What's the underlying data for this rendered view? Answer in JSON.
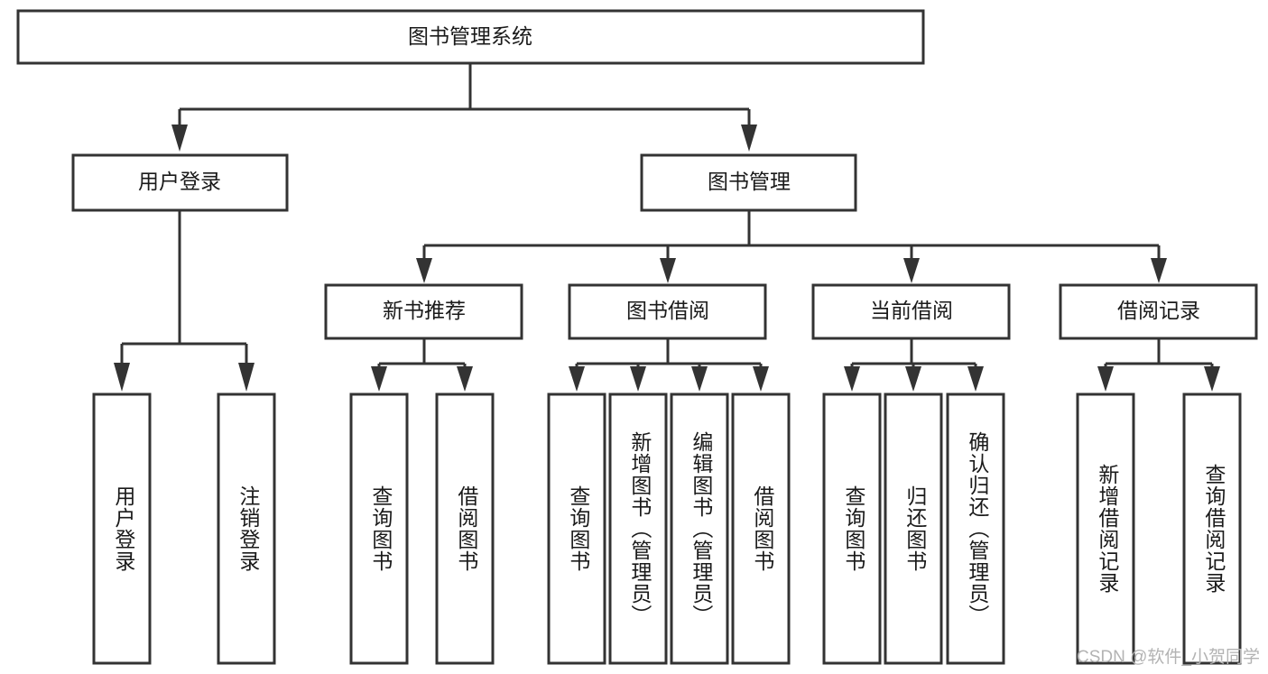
{
  "diagram": {
    "type": "tree-hierarchy-flowchart",
    "title": "图书管理系统",
    "orientation": "top-down",
    "colors": {
      "box_stroke": "#333333",
      "box_fill": "#ffffff",
      "text": "#1a1a1a",
      "background": "#ffffff",
      "watermark": "#b3b3b3"
    },
    "root": {
      "label": "图书管理系统"
    },
    "level2": [
      {
        "id": "user-login",
        "label": "用户登录"
      },
      {
        "id": "book-manage",
        "label": "图书管理"
      }
    ],
    "level3": [
      {
        "id": "new-book-recommend",
        "label": "新书推荐",
        "parent": "book-manage"
      },
      {
        "id": "book-borrow",
        "label": "图书借阅",
        "parent": "book-manage"
      },
      {
        "id": "current-borrow",
        "label": "当前借阅",
        "parent": "book-manage"
      },
      {
        "id": "borrow-record",
        "label": "借阅记录",
        "parent": "book-manage"
      }
    ],
    "leaves": {
      "user-login": [
        {
          "id": "leaf-user-login",
          "label": "用户登录"
        },
        {
          "id": "leaf-user-logout",
          "label": "注销登录"
        }
      ],
      "new-book-recommend": [
        {
          "id": "leaf-query-book-1",
          "label": "查询图书"
        },
        {
          "id": "leaf-borrow-book-1",
          "label": "借阅图书"
        }
      ],
      "book-borrow": [
        {
          "id": "leaf-query-book-2",
          "label": "查询图书"
        },
        {
          "id": "leaf-add-book",
          "label": "新增图书（管理员）"
        },
        {
          "id": "leaf-edit-book",
          "label": "编辑图书（管理员）"
        },
        {
          "id": "leaf-borrow-book-2",
          "label": "借阅图书"
        }
      ],
      "current-borrow": [
        {
          "id": "leaf-query-book-3",
          "label": "查询图书"
        },
        {
          "id": "leaf-return-book",
          "label": "归还图书"
        },
        {
          "id": "leaf-confirm-return",
          "label": "确认归还（管理员）"
        }
      ],
      "borrow-record": [
        {
          "id": "leaf-add-record",
          "label": "新增借阅记录"
        },
        {
          "id": "leaf-query-record",
          "label": "查询借阅记录"
        }
      ]
    }
  },
  "watermark": {
    "text": "CSDN @软件_小贺同学"
  }
}
